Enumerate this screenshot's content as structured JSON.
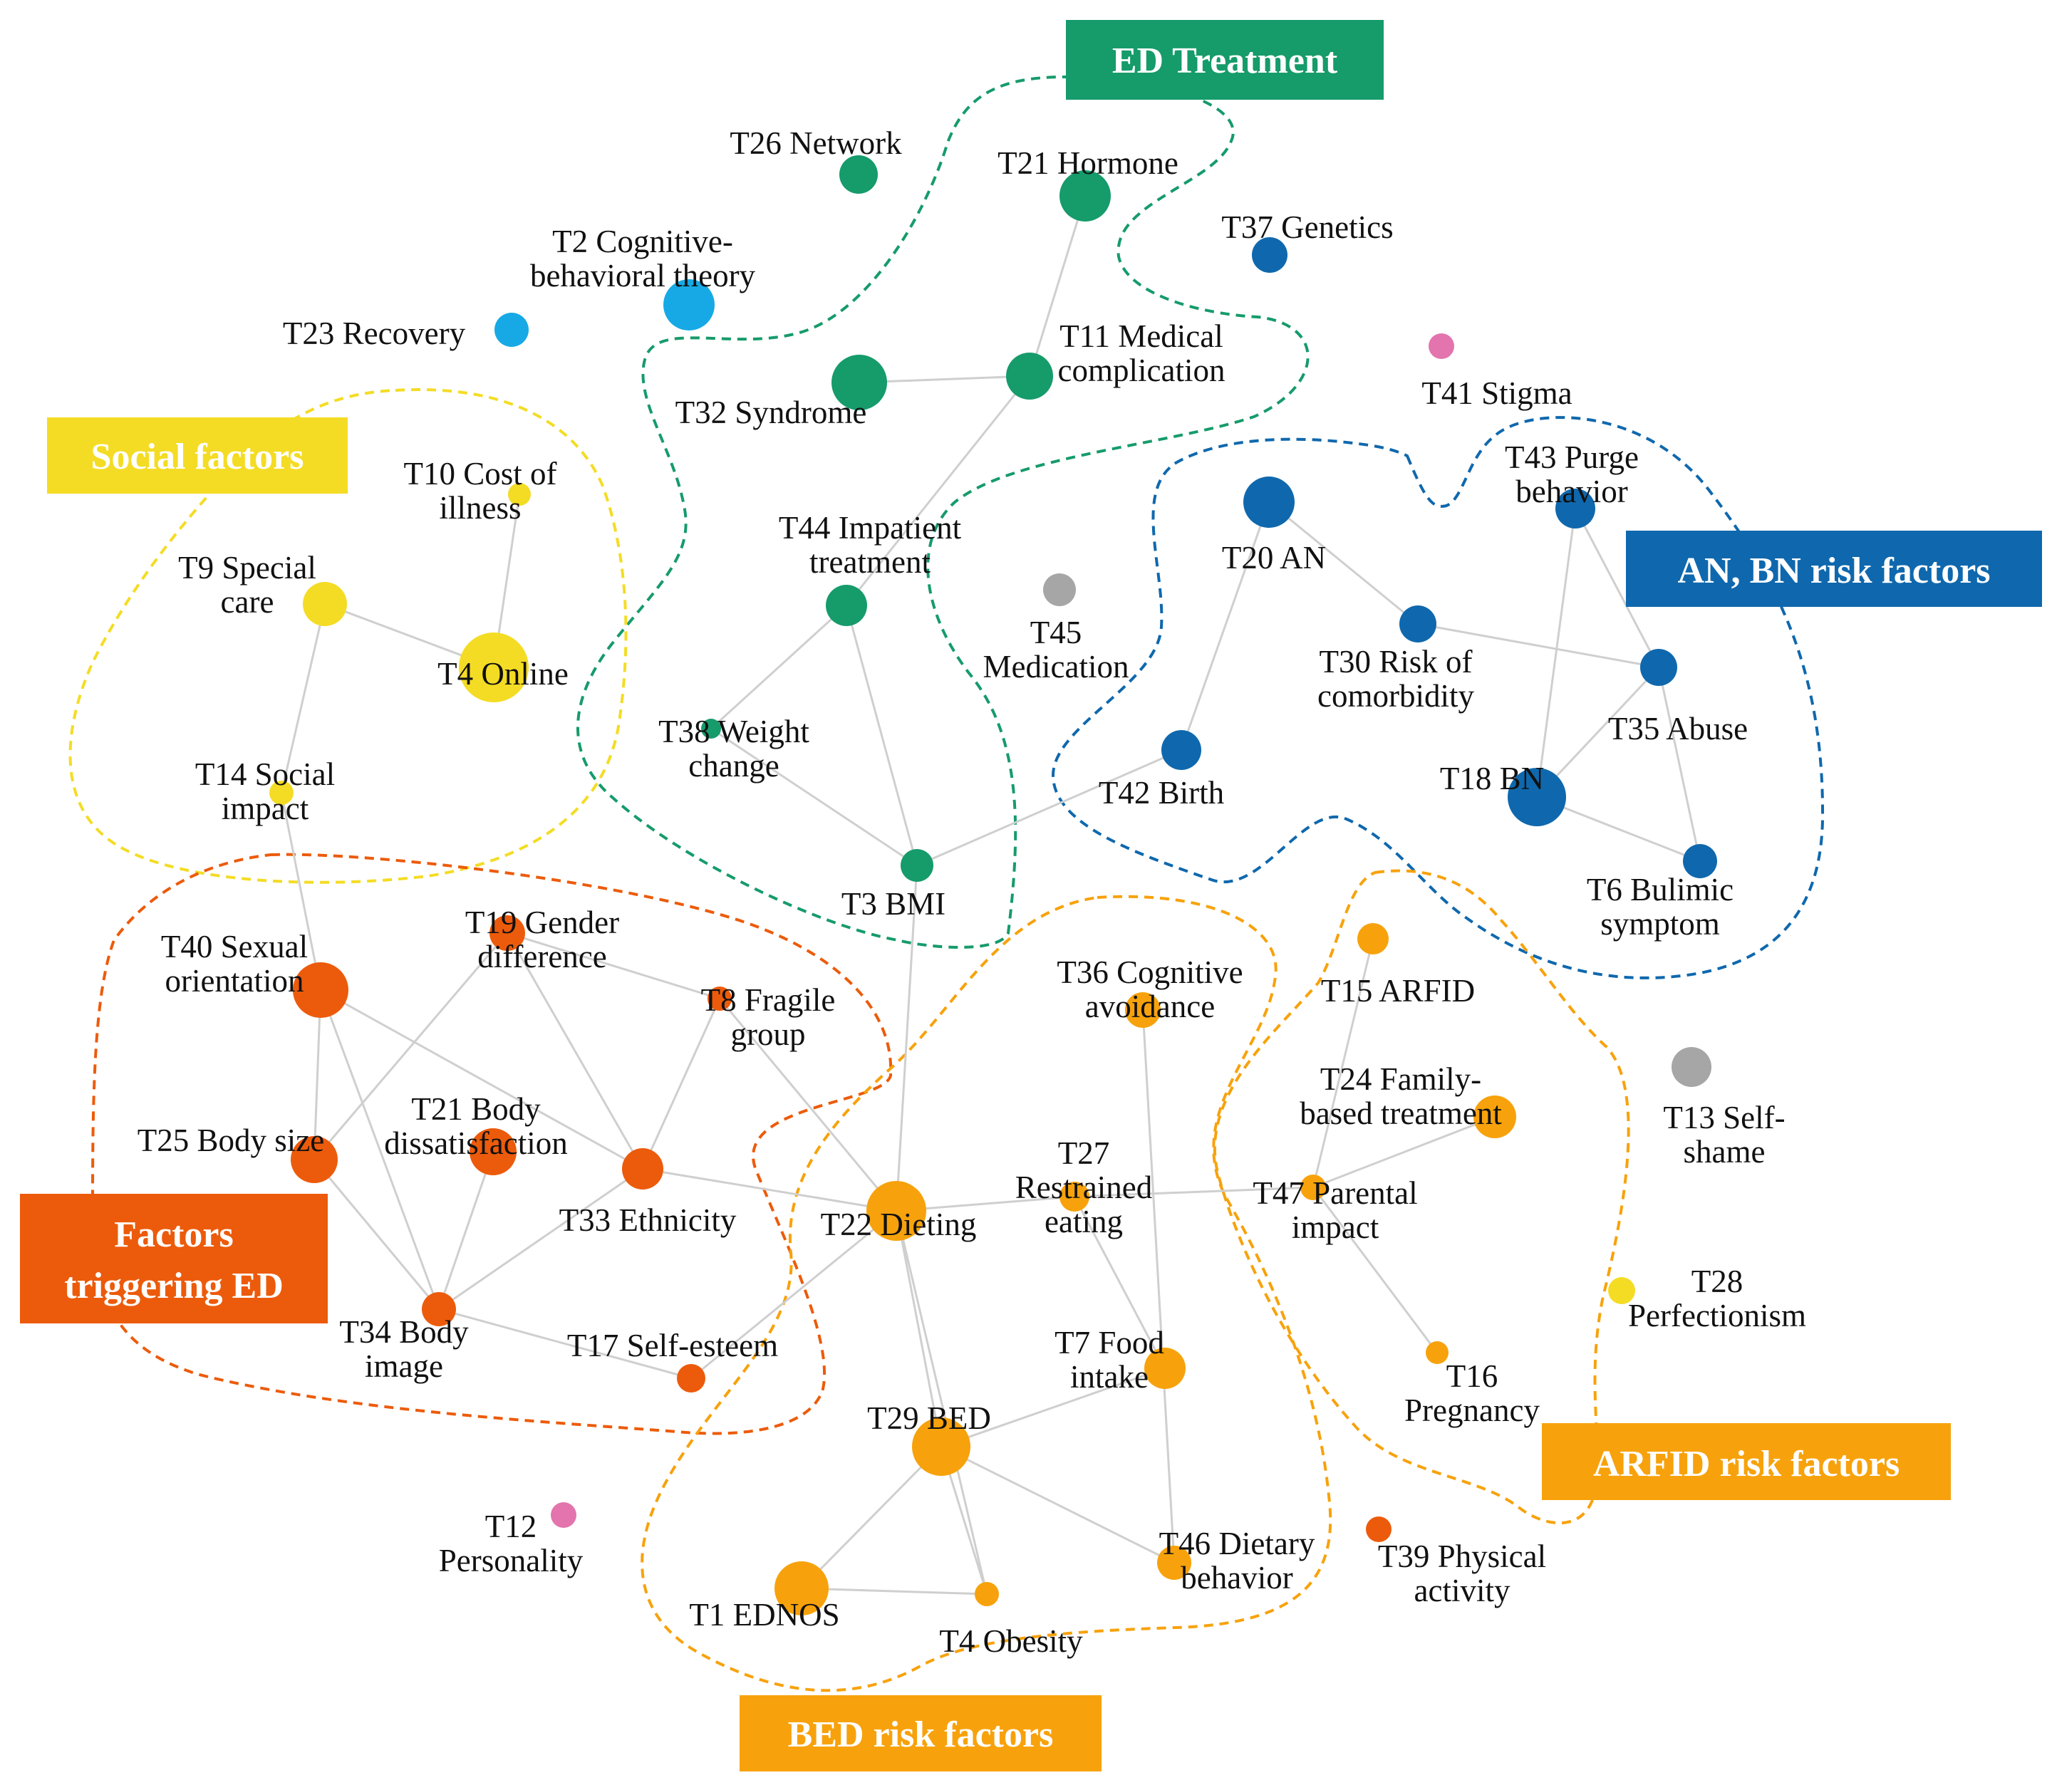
{
  "colors": {
    "ed_treatment": "#169b6b",
    "social": "#f4dc24",
    "an_bn": "#0f68ad",
    "triggering": "#ec5b0b",
    "bed": "#f7a20c",
    "arfid": "#f7a20c",
    "cbt": "#17a9e6",
    "gray": "#a6a6a6",
    "pink": "#e374ad",
    "edge": "#cfcfcf"
  },
  "groups": {
    "ed_treatment": "ED Treatment",
    "social": "Social factors",
    "an_bn": "AN, BN risk factors",
    "triggering_line1": "Factors",
    "triggering_line2": "triggering ED",
    "bed": "BED risk factors",
    "arfid": "ARFID risk factors"
  },
  "nodes": {
    "t26": {
      "lines": [
        "T26 Network"
      ],
      "color": "ed_treatment"
    },
    "t21h": {
      "lines": [
        "T21 Hormone"
      ],
      "color": "ed_treatment"
    },
    "t37": {
      "lines": [
        "T37 Genetics"
      ],
      "color": "an_bn"
    },
    "t2": {
      "lines": [
        "T2 Cognitive-",
        "behavioral theory"
      ],
      "color": "cbt"
    },
    "t23": {
      "lines": [
        "T23 Recovery"
      ],
      "color": "cbt"
    },
    "t32": {
      "lines": [
        "T32 Syndrome"
      ],
      "color": "ed_treatment"
    },
    "t11": {
      "lines": [
        "T11 Medical",
        "complication"
      ],
      "color": "ed_treatment"
    },
    "t41": {
      "lines": [
        "T41 Stigma"
      ],
      "color": "pink"
    },
    "t10": {
      "lines": [
        "T10 Cost of",
        "illness"
      ],
      "color": "social"
    },
    "t43": {
      "lines": [
        "T43 Purge",
        "behavior"
      ],
      "color": "an_bn"
    },
    "t20": {
      "lines": [
        "T20 AN"
      ],
      "color": "an_bn"
    },
    "t9": {
      "lines": [
        "T9 Special",
        "care"
      ],
      "color": "social"
    },
    "t44": {
      "lines": [
        "T44 Impatient",
        "treatment"
      ],
      "color": "ed_treatment"
    },
    "t45": {
      "lines": [
        "T45",
        "Medication"
      ],
      "color": "gray"
    },
    "t4o": {
      "lines": [
        "T4 Online"
      ],
      "color": "social"
    },
    "t30": {
      "lines": [
        "T30 Risk of",
        "comorbidity"
      ],
      "color": "an_bn"
    },
    "t35": {
      "lines": [
        "T35 Abuse"
      ],
      "color": "an_bn"
    },
    "t38": {
      "lines": [
        "T38 Weight",
        "change"
      ],
      "color": "ed_treatment"
    },
    "t14": {
      "lines": [
        "T14 Social",
        "impact"
      ],
      "color": "social"
    },
    "t42": {
      "lines": [
        "T42 Birth"
      ],
      "color": "an_bn"
    },
    "t18": {
      "lines": [
        "T18 BN"
      ],
      "color": "an_bn"
    },
    "t6": {
      "lines": [
        "T6 Bulimic",
        "symptom"
      ],
      "color": "an_bn"
    },
    "t3": {
      "lines": [
        "T3 BMI"
      ],
      "color": "ed_treatment"
    },
    "t40": {
      "lines": [
        "T40 Sexual",
        "orientation"
      ],
      "color": "triggering"
    },
    "t19": {
      "lines": [
        "T19 Gender",
        "difference"
      ],
      "color": "triggering"
    },
    "t15": {
      "lines": [
        "T15 ARFID"
      ],
      "color": "bed"
    },
    "t36": {
      "lines": [
        "T36 Cognitive",
        "avoidance"
      ],
      "color": "bed"
    },
    "t8": {
      "lines": [
        "T8 Fragile",
        "group"
      ],
      "color": "triggering"
    },
    "t13": {
      "lines": [
        "T13 Self-",
        "shame"
      ],
      "color": "gray"
    },
    "t24": {
      "lines": [
        "T24 Family-",
        "based treatment"
      ],
      "color": "bed"
    },
    "t21b": {
      "lines": [
        "T21 Body",
        "dissatisfaction"
      ],
      "color": "triggering"
    },
    "t25": {
      "lines": [
        "T25 Body size"
      ],
      "color": "triggering"
    },
    "t33": {
      "lines": [
        "T33 Ethnicity"
      ],
      "color": "triggering"
    },
    "t22": {
      "lines": [
        "T22 Dieting"
      ],
      "color": "bed"
    },
    "t27": {
      "lines": [
        "T27",
        "Restrained",
        "eating"
      ],
      "color": "bed"
    },
    "t47": {
      "lines": [
        "T47 Parental",
        "impact"
      ],
      "color": "bed"
    },
    "t28": {
      "lines": [
        "T28",
        "Perfectionism"
      ],
      "color": "social"
    },
    "t34": {
      "lines": [
        "T34 Body",
        "image"
      ],
      "color": "triggering"
    },
    "t17": {
      "lines": [
        "T17 Self-esteem"
      ],
      "color": "triggering"
    },
    "t7": {
      "lines": [
        "T7 Food",
        "intake"
      ],
      "color": "bed"
    },
    "t16": {
      "lines": [
        "T16",
        "Pregnancy"
      ],
      "color": "bed"
    },
    "t29": {
      "lines": [
        "T29 BED"
      ],
      "color": "bed"
    },
    "t12": {
      "lines": [
        "T12",
        "Personality"
      ],
      "color": "pink"
    },
    "t46": {
      "lines": [
        "T46 Dietary",
        "behavior"
      ],
      "color": "bed"
    },
    "t39": {
      "lines": [
        "T39 Physical",
        "activity"
      ],
      "color": "triggering"
    },
    "t1": {
      "lines": [
        "T1 EDNOS"
      ],
      "color": "bed"
    },
    "t4b": {
      "lines": [
        "T4 Obesity"
      ],
      "color": "bed"
    }
  },
  "edges": [
    [
      "t21h",
      "t11"
    ],
    [
      "t32",
      "t11"
    ],
    [
      "t11",
      "t44"
    ],
    [
      "t44",
      "t38"
    ],
    [
      "t44",
      "t3"
    ],
    [
      "t38",
      "t3"
    ],
    [
      "t3",
      "t42"
    ],
    [
      "t3",
      "t22"
    ],
    [
      "t10",
      "t4o"
    ],
    [
      "t9",
      "t4o"
    ],
    [
      "t9",
      "t14"
    ],
    [
      "t14",
      "t40"
    ],
    [
      "t20",
      "t30"
    ],
    [
      "t20",
      "t42"
    ],
    [
      "t30",
      "t35"
    ],
    [
      "t43",
      "t35"
    ],
    [
      "t43",
      "t18"
    ],
    [
      "t35",
      "t18"
    ],
    [
      "t35",
      "t6"
    ],
    [
      "t18",
      "t6"
    ],
    [
      "t40",
      "t25"
    ],
    [
      "t40",
      "t33"
    ],
    [
      "t40",
      "t34"
    ],
    [
      "t19",
      "t8"
    ],
    [
      "t19",
      "t33"
    ],
    [
      "t19",
      "t25"
    ],
    [
      "t8",
      "t33"
    ],
    [
      "t8",
      "t22"
    ],
    [
      "t21b",
      "t34"
    ],
    [
      "t25",
      "t34"
    ],
    [
      "t33",
      "t22"
    ],
    [
      "t33",
      "t34"
    ],
    [
      "t34",
      "t17"
    ],
    [
      "t22",
      "t17"
    ],
    [
      "t22",
      "t27"
    ],
    [
      "t22",
      "t29"
    ],
    [
      "t22",
      "t4b"
    ],
    [
      "t27",
      "t47"
    ],
    [
      "t27",
      "t7"
    ],
    [
      "t15",
      "t47"
    ],
    [
      "t24",
      "t47"
    ],
    [
      "t47",
      "t16"
    ],
    [
      "t36",
      "t46"
    ],
    [
      "t7",
      "t29"
    ],
    [
      "t29",
      "t1"
    ],
    [
      "t29",
      "t4b"
    ],
    [
      "t29",
      "t46"
    ],
    [
      "t1",
      "t4b"
    ]
  ]
}
